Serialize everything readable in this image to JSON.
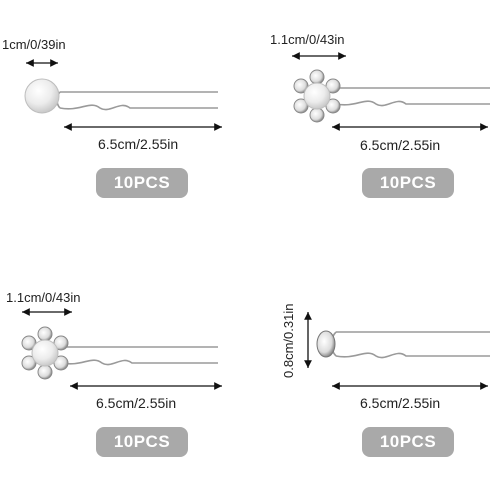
{
  "items": [
    {
      "head_size": "1cm/0/39in",
      "length": "6.5cm/2.55in",
      "quantity": "10PCS",
      "style": "pearl"
    },
    {
      "head_size": "1.1cm/0/43in",
      "length": "6.5cm/2.55in",
      "quantity": "10PCS",
      "style": "pearl-rhinestone-flower"
    },
    {
      "head_size": "1.1cm/0/43in",
      "length": "6.5cm/2.55in",
      "quantity": "10PCS",
      "style": "pearl-rhinestone-flower"
    },
    {
      "head_size": "0.8cm/0.31in",
      "length": "6.5cm/2.55in",
      "quantity": "10PCS",
      "style": "rhinestone"
    }
  ],
  "colors": {
    "badge": "#a9a9a9",
    "arrow": "#111111",
    "pin": "#9a9a9a"
  }
}
